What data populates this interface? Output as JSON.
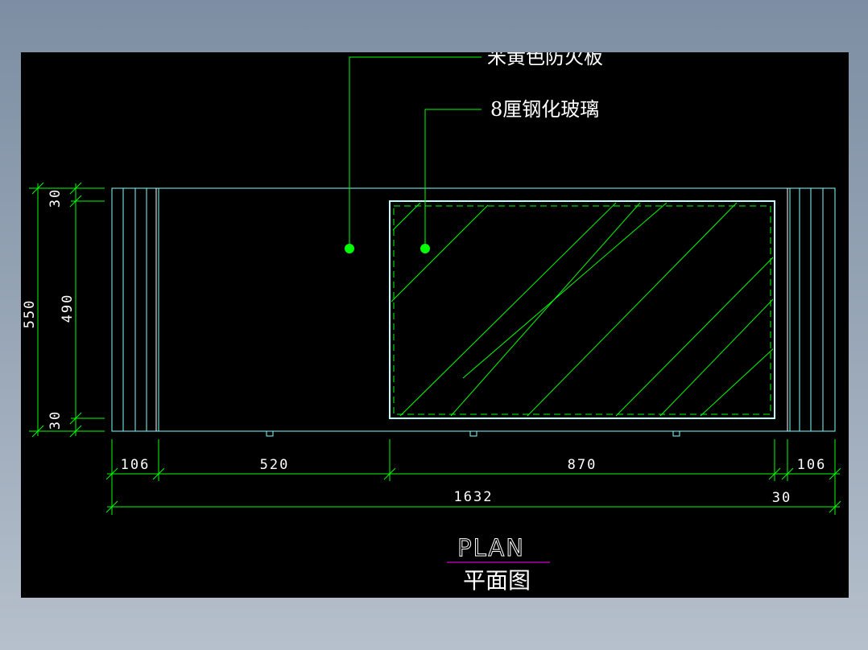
{
  "drawing": {
    "annotations": {
      "label_1": "米黄色防火板",
      "label_2": "8厘钢化玻璃"
    },
    "dimensions": {
      "top_offset": "30",
      "height_total": "550",
      "height_inner": "490",
      "bottom_offset": "30",
      "width_left_margin": "106",
      "width_panel": "520",
      "width_glass": "870",
      "width_right_margin": "106",
      "width_total": "1632",
      "width_end_gap": "30"
    },
    "title": {
      "english": "PLAN",
      "chinese": "平面图"
    },
    "colors": {
      "background": "#000000",
      "outline": "#7fffff",
      "dimension": "#00ff00",
      "text": "#ffffff",
      "title_underline": "#ff00ff"
    }
  }
}
